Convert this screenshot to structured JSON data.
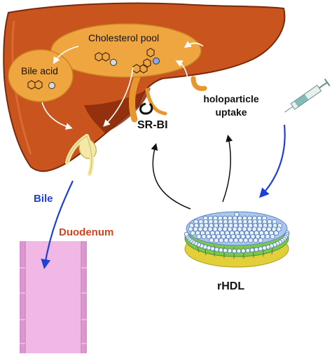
{
  "labels": {
    "cholesterol_pool": "Cholesterol pool",
    "bile_acid": "Bile acid",
    "sr_bi": "SR-BI",
    "holoparticle_uptake": "holoparticle uptake",
    "bile": "Bile",
    "duodenum": "Duodenum",
    "rhdl": "rHDL"
  },
  "colors": {
    "liver_fill": "#c9541e",
    "liver_dark": "#8a2a0c",
    "pool_fill": "#f0a640",
    "gallbladder": "#f5e9a8",
    "bile_arrow": "#1f3fd8",
    "duodenum_fill": "#f1b8e6",
    "duodenum_text": "#d2451e",
    "phospholipid_head": "#a9c8ef",
    "lipid_band_green": "#7bc94a",
    "lipid_band_yellow": "#e3cf3a"
  },
  "icons": [
    "syringe-icon",
    "sr-bi-receptor-icon",
    "cholesterol-molecule-icon"
  ]
}
